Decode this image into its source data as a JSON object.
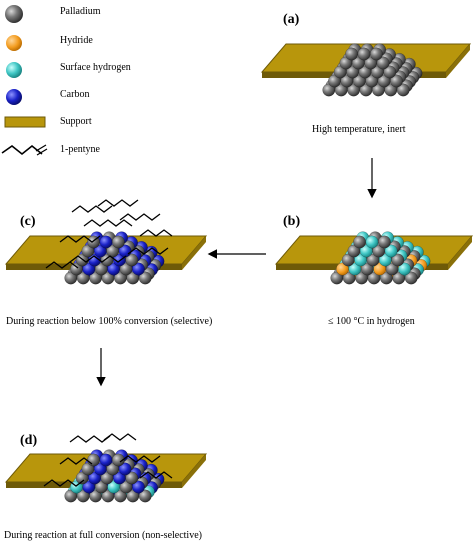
{
  "legend": {
    "items": [
      {
        "kind": "sphere",
        "label": "Palladium",
        "color": "#5b5b5b"
      },
      {
        "kind": "sphere",
        "label": "Hydride",
        "color": "#f39c1f"
      },
      {
        "kind": "sphere",
        "label": "Surface hydrogen",
        "color": "#3fc6c4"
      },
      {
        "kind": "sphere",
        "label": "Carbon",
        "color": "#1a22c8"
      },
      {
        "kind": "slab",
        "label": "Support",
        "color": "#b8960c"
      },
      {
        "kind": "zigzag",
        "label": "1-pentyne"
      }
    ]
  },
  "panels": {
    "a": {
      "letter": "(a)",
      "caption": "High temperature, inert"
    },
    "b": {
      "letter": "(b)",
      "caption": "≤ 100 °C in hydrogen"
    },
    "c": {
      "letter": "(c)",
      "caption": "During reaction below 100% conversion (selective)"
    },
    "d": {
      "letter": "(d)",
      "caption": "During reaction at full conversion (non-selective)"
    }
  },
  "colors": {
    "palladium": "#5b5b5b",
    "hydride": "#f39c1f",
    "surface_hydrogen": "#3fc6c4",
    "carbon": "#1a22c8",
    "support": "#b8960c",
    "support_dark": "#6e5a08"
  }
}
